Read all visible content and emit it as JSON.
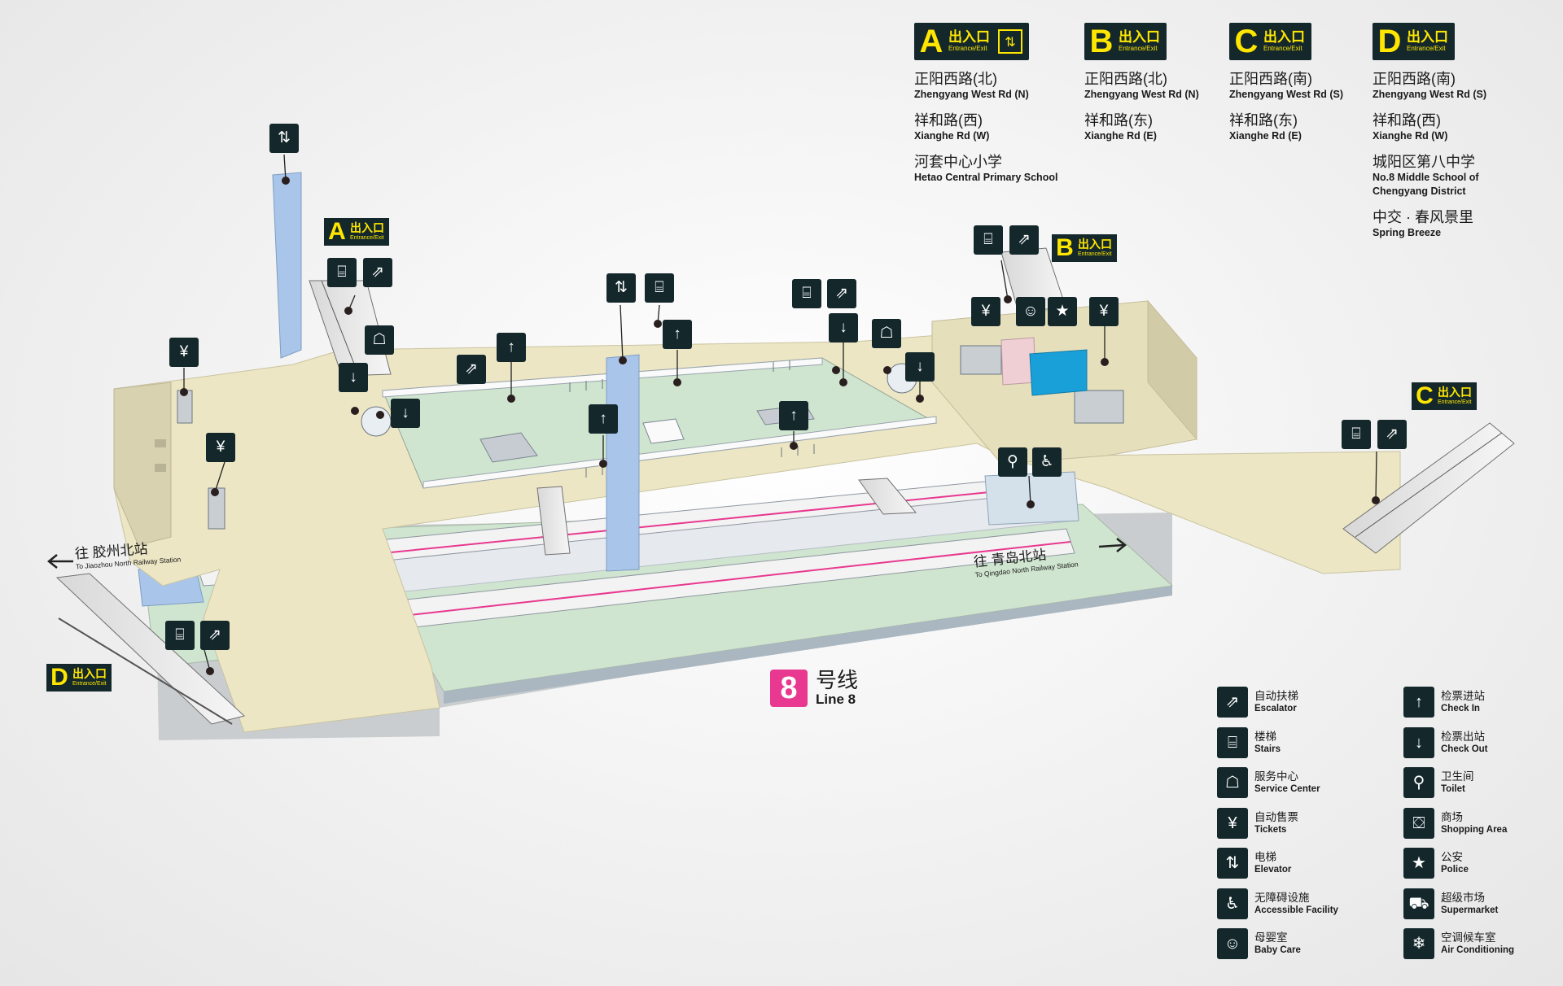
{
  "exits": [
    {
      "letter": "A",
      "cn": "出入口",
      "en": "Entrance/Exit",
      "has_elevator": true,
      "destinations": [
        {
          "cn": "正阳西路(北)",
          "en": "Zhengyang West Rd (N)"
        },
        {
          "cn": "祥和路(西)",
          "en": "Xianghe Rd (W)"
        },
        {
          "cn": "河套中心小学",
          "en": "Hetao Central Primary School"
        }
      ]
    },
    {
      "letter": "B",
      "cn": "出入口",
      "en": "Entrance/Exit",
      "has_elevator": false,
      "destinations": [
        {
          "cn": "正阳西路(北)",
          "en": "Zhengyang West Rd (N)"
        },
        {
          "cn": "祥和路(东)",
          "en": "Xianghe Rd (E)"
        }
      ]
    },
    {
      "letter": "C",
      "cn": "出入口",
      "en": "Entrance/Exit",
      "has_elevator": false,
      "destinations": [
        {
          "cn": "正阳西路(南)",
          "en": "Zhengyang West Rd (S)"
        },
        {
          "cn": "祥和路(东)",
          "en": "Xianghe Rd (E)"
        }
      ]
    },
    {
      "letter": "D",
      "cn": "出入口",
      "en": "Entrance/Exit",
      "has_elevator": false,
      "destinations": [
        {
          "cn": "正阳西路(南)",
          "en": "Zhengyang West Rd (S)"
        },
        {
          "cn": "祥和路(西)",
          "en": "Xianghe Rd (W)"
        },
        {
          "cn": "城阳区第八中学",
          "en": "No.8 Middle School of Chengyang District"
        },
        {
          "cn": "中交 · 春风景里",
          "en": "Spring Breeze"
        }
      ]
    }
  ],
  "map_tags": {
    "A": {
      "letter": "A",
      "cn": "出入口",
      "en": "Entrance/Exit"
    },
    "B": {
      "letter": "B",
      "cn": "出入口",
      "en": "Entrance/Exit"
    },
    "C": {
      "letter": "C",
      "cn": "出入口",
      "en": "Entrance/Exit"
    },
    "D": {
      "letter": "D",
      "cn": "出入口",
      "en": "Entrance/Exit"
    }
  },
  "directions": {
    "west": {
      "cn": "往 胶州北站",
      "en": "To Jiaozhou North Railway Station"
    },
    "east": {
      "cn": "往 青岛北站",
      "en": "To Qingdao North Railway Station"
    }
  },
  "line": {
    "number": "8",
    "cn": "号线",
    "en": "Line 8",
    "color": "#e8388f"
  },
  "colors": {
    "icon_bg": "#14282c",
    "accent_yellow": "#ffe600",
    "concourse": "#ece6c4",
    "paid_area": "#cfe5cf",
    "elevator": "#a9c6ea",
    "info_desk": "#1aa0d8",
    "toilet": "#f0cfd4"
  },
  "legend": [
    {
      "icon": "escalator-icon",
      "glyph": "⇗",
      "cn": "自动扶梯",
      "en": "Escalator"
    },
    {
      "icon": "check-in-icon",
      "glyph": "↑",
      "cn": "检票进站",
      "en": "Check In"
    },
    {
      "icon": "stairs-icon",
      "glyph": "⌸",
      "cn": "楼梯",
      "en": "Stairs"
    },
    {
      "icon": "check-out-icon",
      "glyph": "↓",
      "cn": "检票出站",
      "en": "Check Out"
    },
    {
      "icon": "service-center-icon",
      "glyph": "☖",
      "cn": "服务中心",
      "en": "Service Center"
    },
    {
      "icon": "toilet-icon",
      "glyph": "⚲",
      "cn": "卫生间",
      "en": "Toilet"
    },
    {
      "icon": "ticket-icon",
      "glyph": "¥",
      "cn": "自动售票",
      "en": "Tickets"
    },
    {
      "icon": "shopping-icon",
      "glyph": "⛋",
      "cn": "商场",
      "en": "Shopping Area"
    },
    {
      "icon": "elevator-icon",
      "glyph": "⇅",
      "cn": "电梯",
      "en": "Elevator"
    },
    {
      "icon": "police-icon",
      "glyph": "★",
      "cn": "公安",
      "en": "Police"
    },
    {
      "icon": "accessible-icon",
      "glyph": "♿",
      "cn": "无障碍设施",
      "en": "Accessible Facility"
    },
    {
      "icon": "supermarket-icon",
      "glyph": "⛟",
      "cn": "超级市场",
      "en": "Supermarket"
    },
    {
      "icon": "baby-care-icon",
      "glyph": "☺",
      "cn": "母婴室",
      "en": "Baby Care"
    },
    {
      "icon": "air-conditioning-icon",
      "glyph": "❄",
      "cn": "空调候车室",
      "en": "Air Conditioning"
    }
  ]
}
